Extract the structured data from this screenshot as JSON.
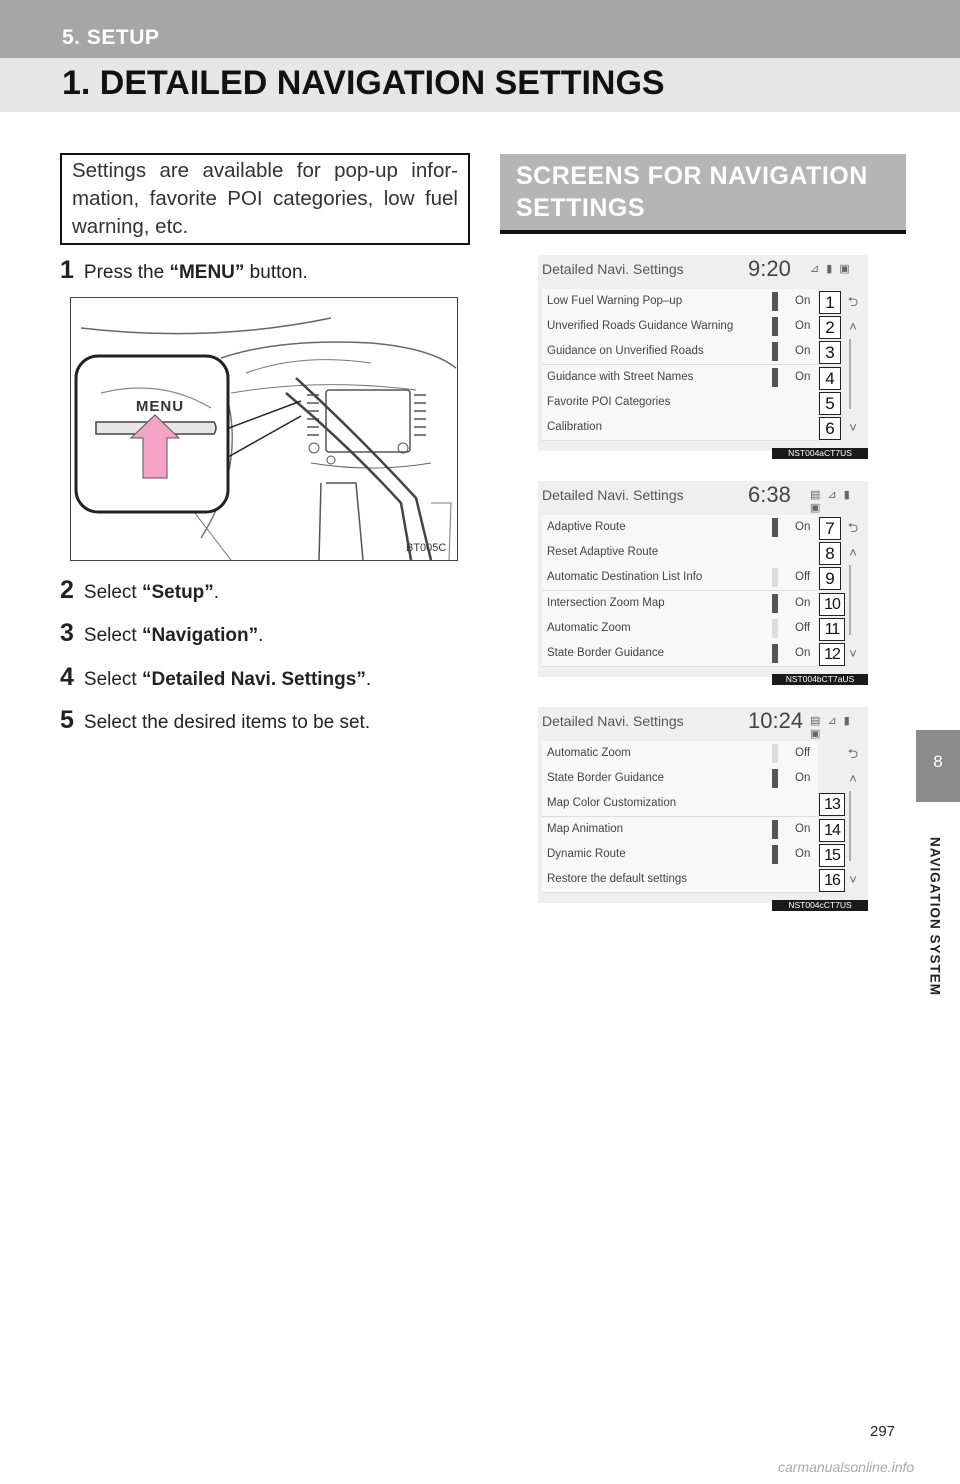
{
  "header": {
    "section": "5. SETUP",
    "title": "1. DETAILED NAVIGATION SETTINGS"
  },
  "side_tab": {
    "number": "8",
    "label": "NAVIGATION SYSTEM"
  },
  "intro": "Settings are available for pop-up infor-mation, favorite POI categories, low fuel warning, etc.",
  "steps": [
    {
      "num": "1",
      "pre": "Press the ",
      "bold": "“MENU”",
      "post": " button."
    },
    {
      "num": "2",
      "pre": "Select ",
      "bold": "“Setup”",
      "post": "."
    },
    {
      "num": "3",
      "pre": "Select ",
      "bold": "“Navigation”",
      "post": "."
    },
    {
      "num": "4",
      "pre": "Select ",
      "bold": "“Detailed Navi. Settings”",
      "post": "."
    },
    {
      "num": "5",
      "pre": "Select the desired items to be set.",
      "bold": "",
      "post": ""
    }
  ],
  "illustration": {
    "button_label": "MENU",
    "code": "BT005C"
  },
  "section_title": "SCREENS FOR NAVIGATION SETTINGS",
  "screens": [
    {
      "title": "Detailed Navi. Settings",
      "time": "9:20",
      "status": "⊿ ▮ ▣",
      "code": "NST004aCT7US",
      "rows": [
        {
          "label": "Low Fuel Warning Pop–up",
          "value": "On",
          "state": "on",
          "badge": "1"
        },
        {
          "label": "Unverified Roads Guidance Warning",
          "value": "On",
          "state": "on",
          "badge": "2"
        },
        {
          "label": "Guidance on Unverified Roads",
          "value": "On",
          "state": "on",
          "badge": "3"
        },
        {
          "label": "Guidance with Street Names",
          "value": "On",
          "state": "on",
          "badge": "4"
        },
        {
          "label": "Favorite POI Categories",
          "value": "",
          "state": "none",
          "badge": "5"
        },
        {
          "label": "Calibration",
          "value": "",
          "state": "none",
          "badge": "6"
        }
      ]
    },
    {
      "title": "Detailed Navi. Settings",
      "time": "6:38",
      "status": "▤ ⊿ ▮ ▣",
      "code": "NST004bCT7aUS",
      "rows": [
        {
          "label": "Adaptive Route",
          "value": "On",
          "state": "on",
          "badge": "7"
        },
        {
          "label": "Reset Adaptive Route",
          "value": "",
          "state": "none",
          "badge": "8"
        },
        {
          "label": "Automatic Destination List Info",
          "value": "Off",
          "state": "off",
          "badge": "9"
        },
        {
          "label": "Intersection Zoom Map",
          "value": "On",
          "state": "on",
          "badge": "10"
        },
        {
          "label": "Automatic Zoom",
          "value": "Off",
          "state": "off",
          "badge": "11"
        },
        {
          "label": "State Border Guidance",
          "value": "On",
          "state": "on",
          "badge": "12"
        }
      ]
    },
    {
      "title": "Detailed Navi. Settings",
      "time": "10:24",
      "status": "▤ ⊿ ▮ ▣",
      "code": "NST004cCT7US",
      "rows": [
        {
          "label": "Automatic Zoom",
          "value": "Off",
          "state": "off",
          "badge": ""
        },
        {
          "label": "State Border Guidance",
          "value": "On",
          "state": "on",
          "badge": ""
        },
        {
          "label": "Map Color Customization",
          "value": "",
          "state": "none",
          "badge": "13"
        },
        {
          "label": "Map Animation",
          "value": "On",
          "state": "on",
          "badge": "14"
        },
        {
          "label": "Dynamic Route",
          "value": "On",
          "state": "on",
          "badge": "15"
        },
        {
          "label": "Restore the default settings",
          "value": "",
          "state": "none",
          "badge": "16"
        }
      ]
    }
  ],
  "page_number": "297",
  "watermark": "carmanualsonline.info"
}
